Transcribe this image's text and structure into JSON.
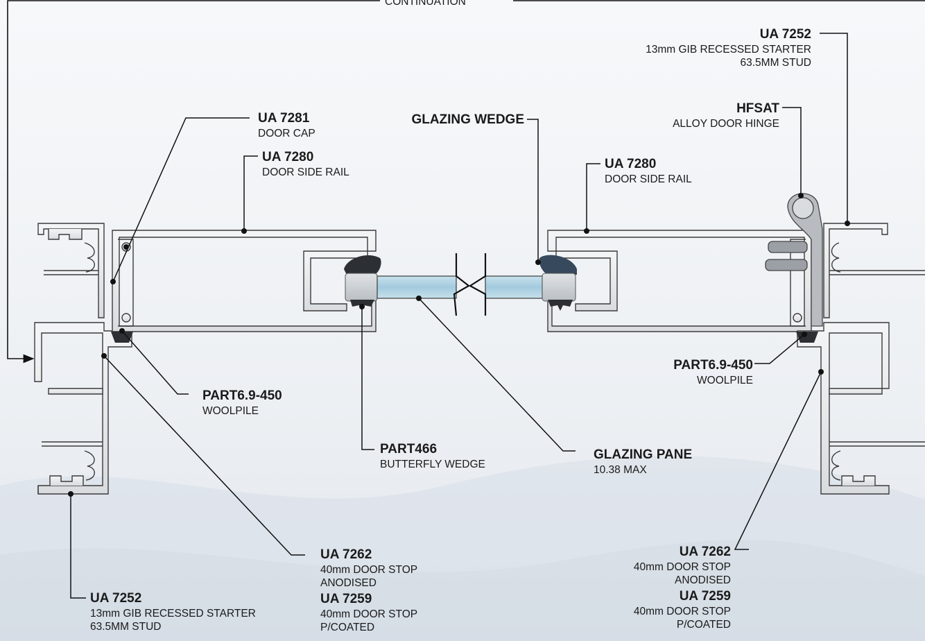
{
  "continuation_label": "CONTINUATION",
  "labels": {
    "ua7281_left": {
      "code": "UA 7281",
      "desc": "DOOR CAP"
    },
    "ua7280_left": {
      "code": "UA 7280",
      "desc": "DOOR SIDE RAIL"
    },
    "glazing_wedge": {
      "code": "GLAZING WEDGE"
    },
    "ua7280_right": {
      "code": "UA 7280",
      "desc": "DOOR SIDE RAIL"
    },
    "ua7252_top_right": {
      "code": "UA 7252",
      "desc1": "13mm GIB RECESSED STARTER",
      "desc2": "63.5MM STUD"
    },
    "hfsat": {
      "code": "HFSAT",
      "desc": "ALLOY DOOR HINGE"
    },
    "part69_left": {
      "code": "PART6.9-450",
      "desc": "WOOLPILE"
    },
    "part69_right": {
      "code": "PART6.9-450",
      "desc": "WOOLPILE"
    },
    "part466": {
      "code": "PART466",
      "desc": "BUTTERFLY WEDGE"
    },
    "glazing_pane": {
      "code": "GLAZING PANE",
      "desc": "10.38 MAX"
    },
    "ua7262_left": {
      "code": "UA 7262",
      "desc1": "40mm DOOR STOP",
      "desc2": "ANODISED",
      "code2": "UA 7259",
      "desc3": "40mm DOOR STOP",
      "desc4": "P/COATED"
    },
    "ua7252_bottom_left": {
      "code": "UA 7252",
      "desc1": "13mm GIB RECESSED STARTER",
      "desc2": "63.5MM STUD"
    },
    "ua7262_right": {
      "code": "UA 7262",
      "desc1": "40mm DOOR STOP",
      "desc2": "ANODISED",
      "code2": "UA 7259",
      "desc3": "40mm DOOR STOP",
      "desc4": "P/COATED"
    }
  },
  "colors": {
    "profile_fill": "#e9ebed",
    "profile_stroke": "#3a3a3a",
    "glass": "#a9cfe0",
    "gasket": "#2c2f33",
    "wedge_blue": "#37495c",
    "leader": "#111111"
  }
}
